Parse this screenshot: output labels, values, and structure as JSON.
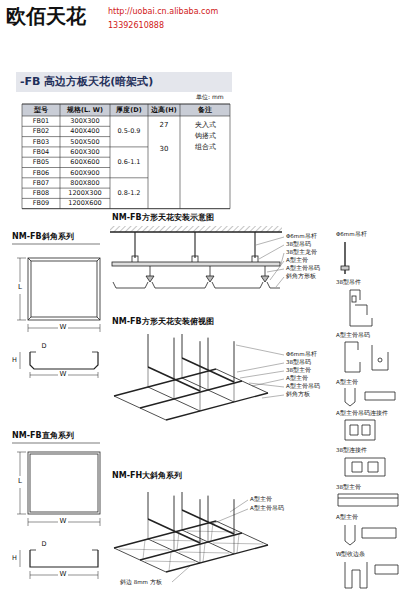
{
  "diagram": {
    "title": "欧佰天花",
    "labels": [
      "http://uobai.cn.alibaba.com",
      "13392610888",
      "-FB 高边方板天花(暗架式)",
      "单位: mm",
      "型号",
      "规格(L. W)",
      "厚度(D)",
      "边高(H)",
      "备注",
      "FB01",
      "300X300",
      "FB02",
      "400X400",
      "FB03",
      "500X500",
      "FB04",
      "600X300",
      "FB05",
      "600X600",
      "FB06",
      "600X900",
      "FB07",
      "800X800",
      "FB08",
      "1200X300",
      "FB09",
      "1200X600",
      "0.5-0.9",
      "0.6-1.1",
      "0.8-1.2",
      "27",
      "30",
      "夹入式",
      "钩搭式",
      "组合式",
      "NM-FB斜角系列",
      "L",
      "W",
      "D",
      "H",
      "W",
      "NM-FB方形天花安装示意图",
      "Φ6mm吊杆",
      "38型吊码",
      "38型主龙骨",
      "A型主骨",
      "A型主骨吊码",
      "斜角方形板",
      "NM-FB方形天花安装俯视图",
      "Φ6mm吊杆",
      "38型吊码",
      "38型主骨",
      "A型主骨",
      "A型主骨吊码",
      "斜角方板",
      "NM-FB直角系列",
      "L",
      "W",
      "D",
      "H",
      "W",
      "NM-FH大斜角系列",
      "A型主骨",
      "A型主骨吊码",
      "斜边 8mm 方板",
      "Φ6mm吊杆",
      "38型吊件",
      "A型主骨吊码",
      "A型主骨",
      "A型主骨吊码连接件",
      "38型连接件",
      "38型主骨",
      "A型主骨",
      "W型收边条"
    ]
  }
}
